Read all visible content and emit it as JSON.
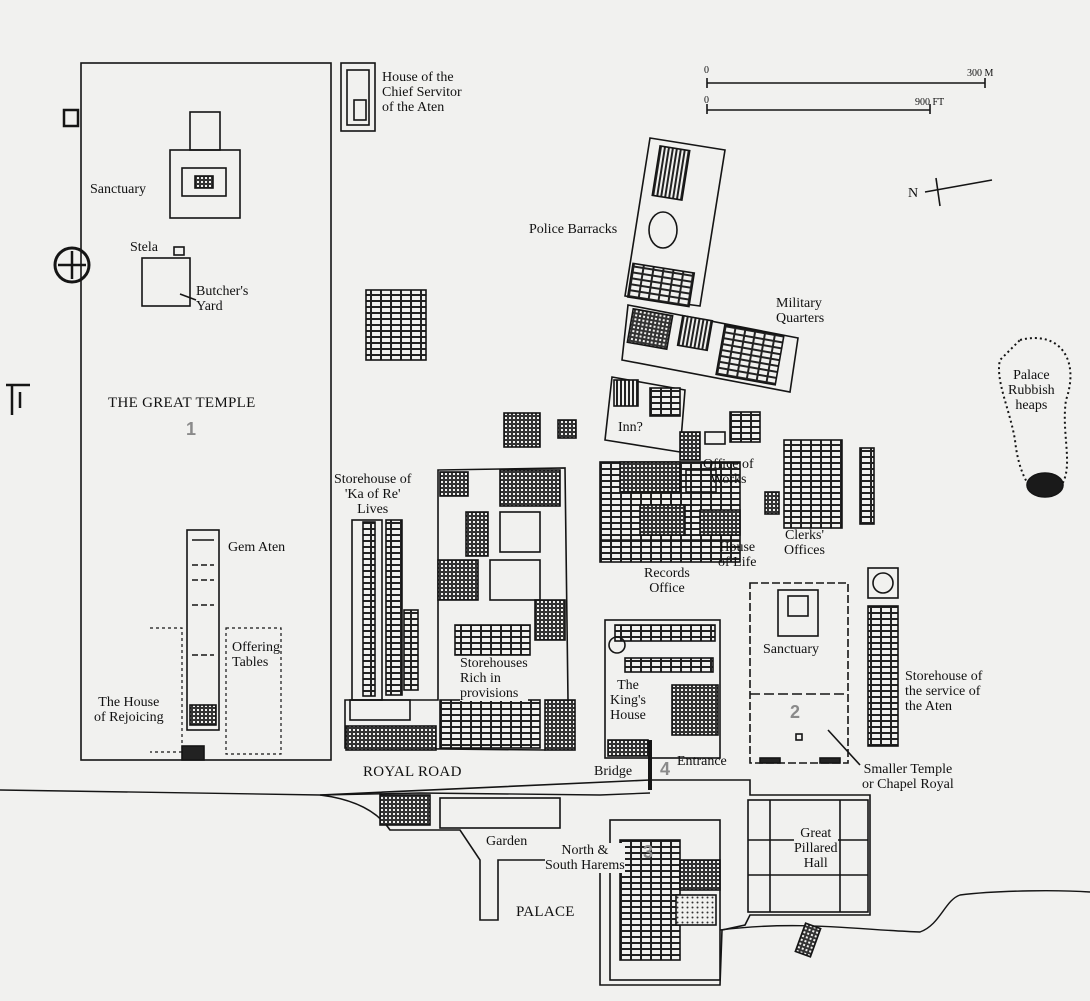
{
  "colors": {
    "paper": "#f1f1ef",
    "ink": "#151515",
    "number": "#8a8a8a"
  },
  "scale": {
    "meters": "300 M",
    "feet": "900 FT",
    "zero_m": "0",
    "zero_ft": "0"
  },
  "north": "N",
  "labels": {
    "great_temple": "THE GREAT TEMPLE",
    "sanctuary_great": "Sanctuary",
    "stela": "Stela",
    "butchers_yard": "Butcher's\nYard",
    "gem_aten": "Gem Aten",
    "offering_tables": "Offering\nTables",
    "house_rejoicing": "The House\nof Rejoicing",
    "chief_servitor": "House of the\nChief Servitor\nof the Aten",
    "police_barracks": "Police Barracks",
    "military_quarters": "Military\nQuarters",
    "palace_rubbish": "Palace\nRubbish\nheaps",
    "inn": "Inn?",
    "office_of_works": "Office of\nWorks",
    "clerks_offices": "Clerks'\nOffices",
    "house_of_life": "House\nof Life",
    "records_office": "Records\nOffice",
    "storehouse_ka": "Storehouse of\n'Ka of Re'\nLives",
    "storehouses_rich": "Storehouses\nRich in\nprovisions",
    "kings_house": "The\nKing's\nHouse",
    "sanctuary_small": "Sanctuary",
    "storehouse_service": "Storehouse of\nthe service of\nthe Aten",
    "smaller_temple": "Smaller Temple\nor Chapel Royal",
    "entrance": "Entrance",
    "bridge": "Bridge",
    "royal_road": "ROYAL ROAD",
    "garden": "Garden",
    "harems": "North &\nSouth Harems",
    "great_pillared_hall": "Great\nPillared\nHall",
    "palace": "PALACE"
  },
  "numbers": {
    "n1": "1",
    "n2": "2",
    "n3": "3",
    "n4": "4"
  }
}
